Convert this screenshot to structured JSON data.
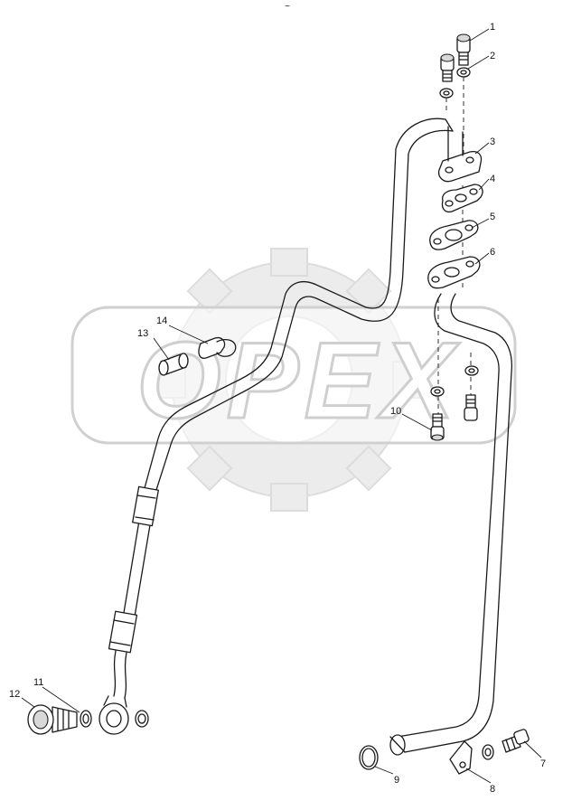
{
  "diagram": {
    "watermark_text": "OPEX",
    "top_mark": "~",
    "callouts": [
      {
        "id": "c1",
        "label": "1"
      },
      {
        "id": "c2",
        "label": "2"
      },
      {
        "id": "c3",
        "label": "3"
      },
      {
        "id": "c4",
        "label": "4"
      },
      {
        "id": "c5",
        "label": "5"
      },
      {
        "id": "c6",
        "label": "6"
      },
      {
        "id": "c7",
        "label": "7"
      },
      {
        "id": "c8",
        "label": "8"
      },
      {
        "id": "c9",
        "label": "9"
      },
      {
        "id": "c10",
        "label": "10"
      },
      {
        "id": "c11",
        "label": "11"
      },
      {
        "id": "c12",
        "label": "12"
      },
      {
        "id": "c13",
        "label": "13"
      },
      {
        "id": "c14",
        "label": "14"
      }
    ]
  }
}
